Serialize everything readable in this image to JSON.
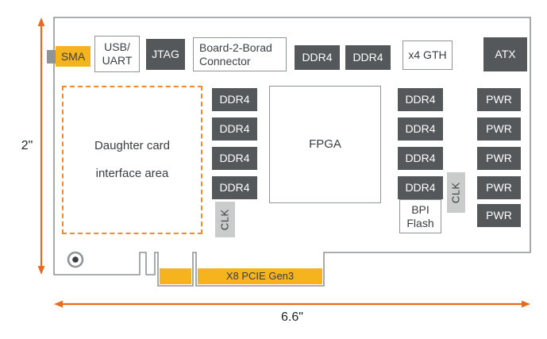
{
  "dimensions": {
    "height": "2\"",
    "width": "6.6\""
  },
  "blocks": {
    "sma": "SMA",
    "usb_uart": [
      "USB/",
      "UART"
    ],
    "jtag": "JTAG",
    "board2board": [
      "Board-2-Borad",
      "Connector"
    ],
    "ddr4_top": [
      "DDR4",
      "DDR4"
    ],
    "x4_gth": "x4 GTH",
    "atx": "ATX",
    "daughter_card": [
      "Daughter card",
      "interface area"
    ],
    "ddr4_left": [
      "DDR4",
      "DDR4",
      "DDR4",
      "DDR4"
    ],
    "clk_left": "CLK",
    "fpga": "FPGA",
    "ddr4_right": [
      "DDR4",
      "DDR4",
      "DDR4",
      "DDR4"
    ],
    "bpi_flash": [
      "BPI",
      "Flash"
    ],
    "clk_right": "CLK",
    "pwr": [
      "PWR",
      "PWR",
      "PWR",
      "PWR",
      "PWR"
    ],
    "pcie": "X8 PCIE Gen3"
  },
  "colors": {
    "dark_block": "#54585B",
    "yellow_block": "#F5B41D",
    "arrow_orange": "#E86A1F",
    "dashed_orange": "#EF8B2B",
    "border_gray": "#8F9497",
    "clk_gray": "#C9CCCB"
  }
}
